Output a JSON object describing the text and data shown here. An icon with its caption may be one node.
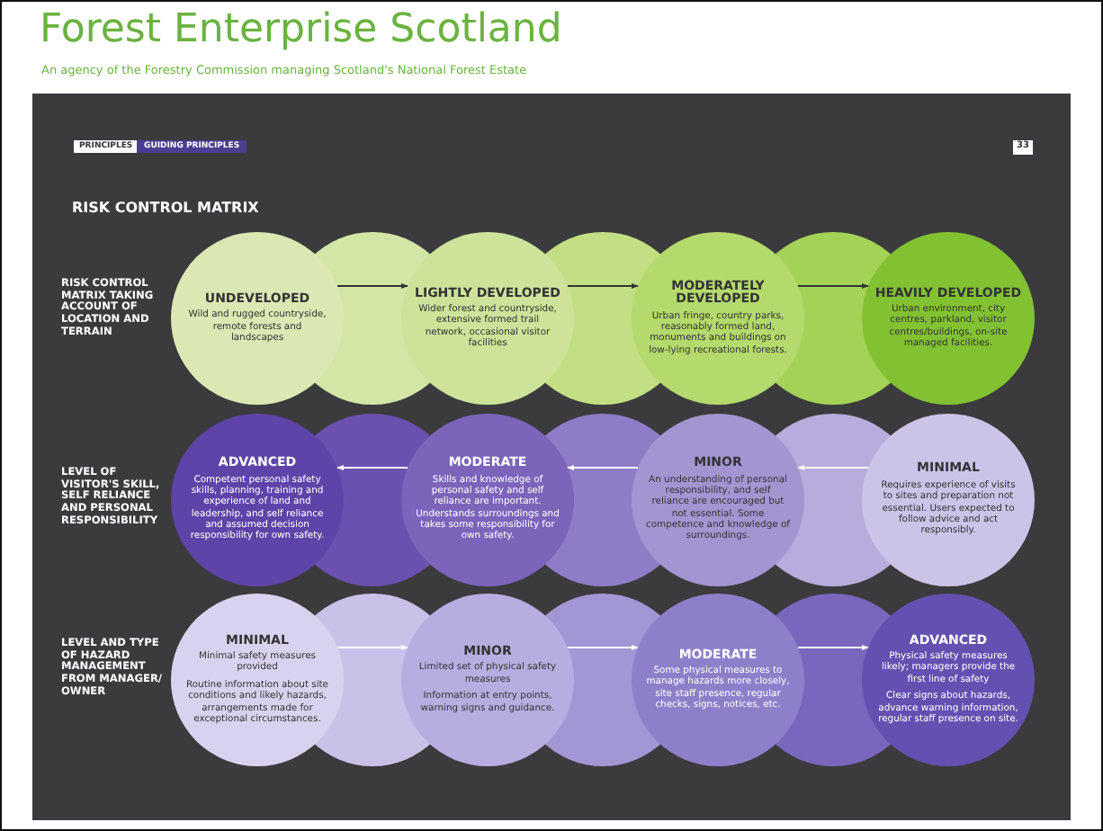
{
  "diagram": {
    "title": "Forest Enterprise Scotland",
    "nodes": [
      {
        "text": [
          "UNDEVELOPED",
          "Wild and rugged countryside, remote forests and landscapes"
        ]
      },
      {
        "text": [
          "LIGHTLY DEVELOPED",
          "Wider forest and countryside, extensive formed trail network, occasional visitor facilities"
        ]
      },
      {
        "text": [
          "MODERATELY DEVELOPED",
          "Urban fringe, country parks, reasonably formed land, monuments and buildings on low-lying recreational forests."
        ]
      },
      {
        "text": [
          "HEAVILY DEVELOPED",
          "Urban environment, city centres, parkland, visitor centres/buildings, on-site managed facilities."
        ]
      },
      {
        "text": [
          "ADVANCED",
          "Competent personal safety skills, planning, training and experience of land and leadership, and self reliance and assumed decision responsibility for own safety."
        ]
      },
      {
        "text": [
          "MODERATE",
          "Skills and knowledge of personal safety and self reliance are important. Understands surroundings and takes some responsibility for own safety."
        ]
      },
      {
        "text": [
          "MINOR",
          "An understanding of personal responsibility, and self reliance are encouraged but not essential. Some competence and knowledge of surroundings."
        ]
      },
      {
        "text": [
          "MINIMAL",
          "Requires experience of visits to sites and preparation not essential. Users expected to follow advice and act responsibly."
        ]
      },
      {
        "text": [
          "MINIMAL",
          "Minimal safety measures provided",
          "Routine information about site conditions and likely hazards, arrangements made for exceptional circumstances."
        ]
      },
      {
        "text": [
          "MINOR",
          "Limited set of physical safety measures",
          "Information at entry points, warning signs and guidance."
        ]
      },
      {
        "text": [
          "MODERATE",
          "Some physical measures to manage hazards more closely, site staff presence, regular checks, signs, notices, etc."
        ]
      },
      {
        "text": [
          "ADVANCED",
          "Physical safety measures likely; managers provide the first line of safety",
          "Clear signs about hazards, advance warning information, regular staff presence on site."
        ]
      }
    ],
    "edges": [
      {
        "from": 0,
        "to": 1,
        "arrow": "to",
        "color": "#333333"
      },
      {
        "from": 1,
        "to": 2,
        "arrow": "to",
        "color": "#333333"
      },
      {
        "from": 2,
        "to": 3,
        "arrow": "to",
        "color": "#333333"
      },
      {
        "from": 5,
        "to": 4,
        "arrow": "to"
      },
      {
        "from": 6,
        "to": 5,
        "arrow": "to"
      },
      {
        "from": 7,
        "to": 6,
        "arrow": "to"
      },
      {
        "from": 8,
        "to": 9,
        "arrow": "to"
      },
      {
        "from": 9,
        "to": 10,
        "arrow": "to"
      },
      {
        "from": 10,
        "to": 11,
        "arrow": "to"
      }
    ],
    "labels": [
      "An agency of the Forestry Commission managing Scotland's National Forest Estate",
      "PRINCIPLES",
      "GUIDING PRINCIPLES",
      "33",
      "RISK CONTROL MATRIX",
      "RISK CONTROL MATRIX TAKING ACCOUNT OF LOCATION AND TERRAIN",
      "LEVEL OF VISITOR'S SKILL, SELF RELIANCE AND PERSONAL RESPONSIBILITY",
      "LEVEL AND TYPE OF HAZARD MANAGEMENT FROM MANAGER/ OWNER"
    ]
  }
}
